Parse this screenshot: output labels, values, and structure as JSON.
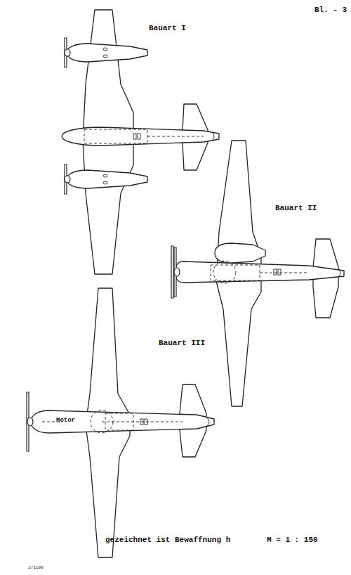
{
  "diagram": {
    "labels": [
      "Bl. - 3",
      "Bauart I",
      "Bauart II",
      "Bauart III",
      "Motor",
      "gezeichnet ist Bewaffnung h",
      "M = 1 : 150",
      "2/1100"
    ]
  }
}
